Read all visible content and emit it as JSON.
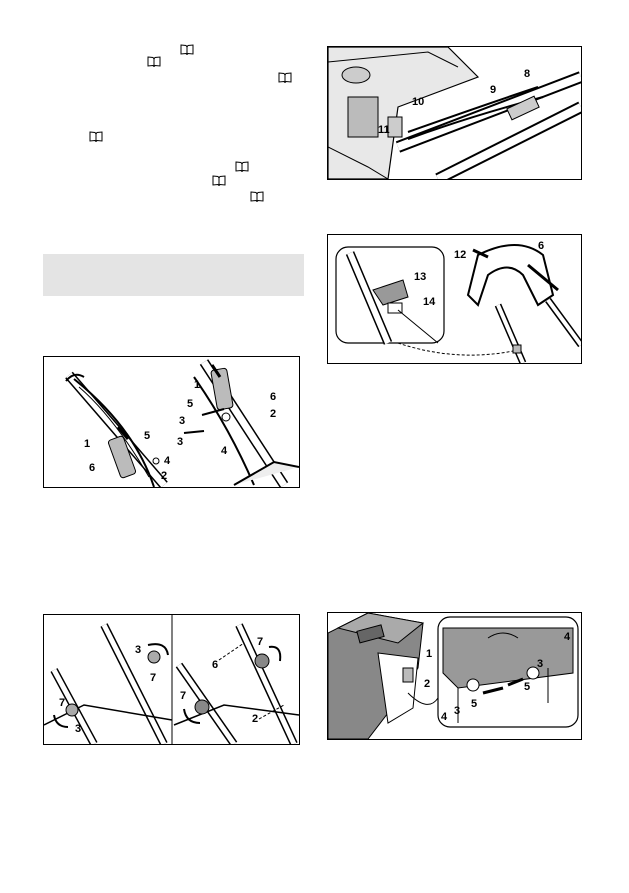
{
  "book_icon": "book-icon",
  "section_box_color": "#e4e4e4",
  "figures": {
    "fig_a": {
      "labels": [
        "1",
        "5",
        "3",
        "4",
        "2",
        "6",
        "1",
        "5",
        "3",
        "4",
        "2",
        "6"
      ]
    },
    "fig_b": {
      "labels": [
        "3",
        "7",
        "7",
        "3",
        "7",
        "6",
        "7",
        "2"
      ]
    },
    "fig_c": {
      "labels": [
        "8",
        "9",
        "10",
        "11"
      ]
    },
    "fig_d": {
      "labels": [
        "12",
        "6",
        "13",
        "14"
      ]
    },
    "fig_e": {
      "labels": [
        "1",
        "2",
        "4",
        "3",
        "5",
        "5",
        "3",
        "4"
      ]
    }
  }
}
